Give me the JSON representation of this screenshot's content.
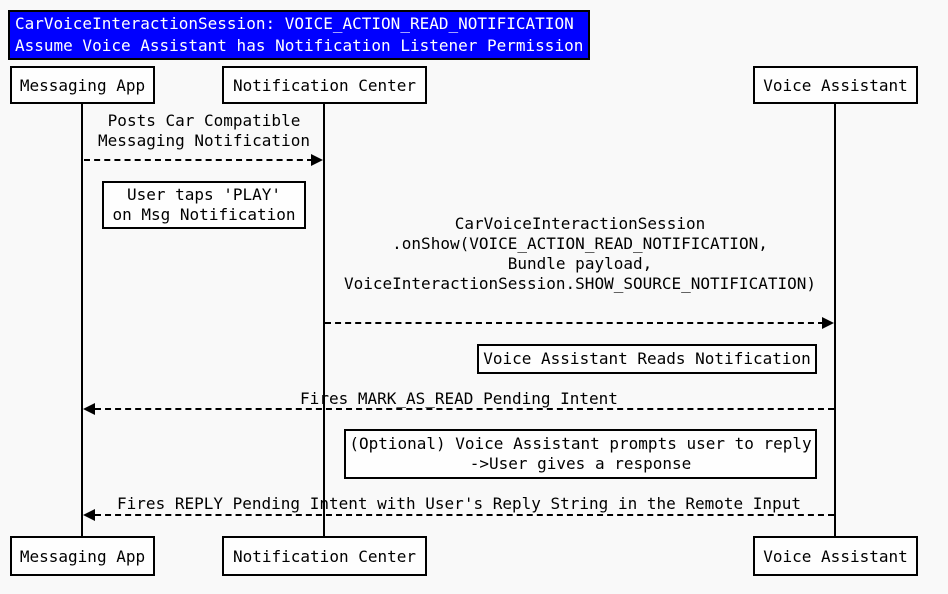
{
  "diagram": {
    "type": "sequence-diagram",
    "title_lines": [
      "CarVoiceInteractionSession: VOICE_ACTION_READ_NOTIFICATION",
      "Assume Voice Assistant has Notification Listener Permission"
    ],
    "participants": [
      {
        "name": "Messaging App"
      },
      {
        "name": "Notification Center"
      },
      {
        "name": "Voice Assistant"
      }
    ],
    "messages": [
      {
        "from": "Messaging App",
        "to": "Notification Center",
        "direction": "right",
        "line_style": "dashed",
        "label_lines": [
          "Posts Car Compatible",
          "Messaging Notification"
        ]
      },
      {
        "from": "Notification Center",
        "to": "Voice Assistant",
        "direction": "right",
        "line_style": "dashed",
        "label_lines": [
          "CarVoiceInteractionSession",
          ".onShow(VOICE_ACTION_READ_NOTIFICATION,",
          "Bundle payload,",
          "VoiceInteractionSession.SHOW_SOURCE_NOTIFICATION)"
        ]
      },
      {
        "from": "Voice Assistant",
        "to": "Messaging App",
        "direction": "left",
        "line_style": "dashed",
        "label_lines": [
          "Fires MARK_AS_READ Pending Intent"
        ]
      },
      {
        "from": "Voice Assistant",
        "to": "Messaging App",
        "direction": "left",
        "line_style": "dashed",
        "label_lines": [
          "Fires REPLY Pending Intent with User's Reply String in the Remote Input"
        ]
      }
    ],
    "notes": [
      {
        "label_lines": [
          "User taps 'PLAY'",
          "on Msg Notification"
        ]
      },
      {
        "label_lines": [
          "Voice Assistant Reads Notification"
        ]
      },
      {
        "label_lines": [
          "(Optional) Voice Assistant prompts user to reply",
          "->User gives a response"
        ]
      }
    ],
    "colors": {
      "background": "#F9F9F9",
      "title_bg": "#0000FF",
      "title_text": "#FFFFFF",
      "box_bg": "#FEFEFE",
      "line": "#000000",
      "text": "#000000"
    }
  }
}
